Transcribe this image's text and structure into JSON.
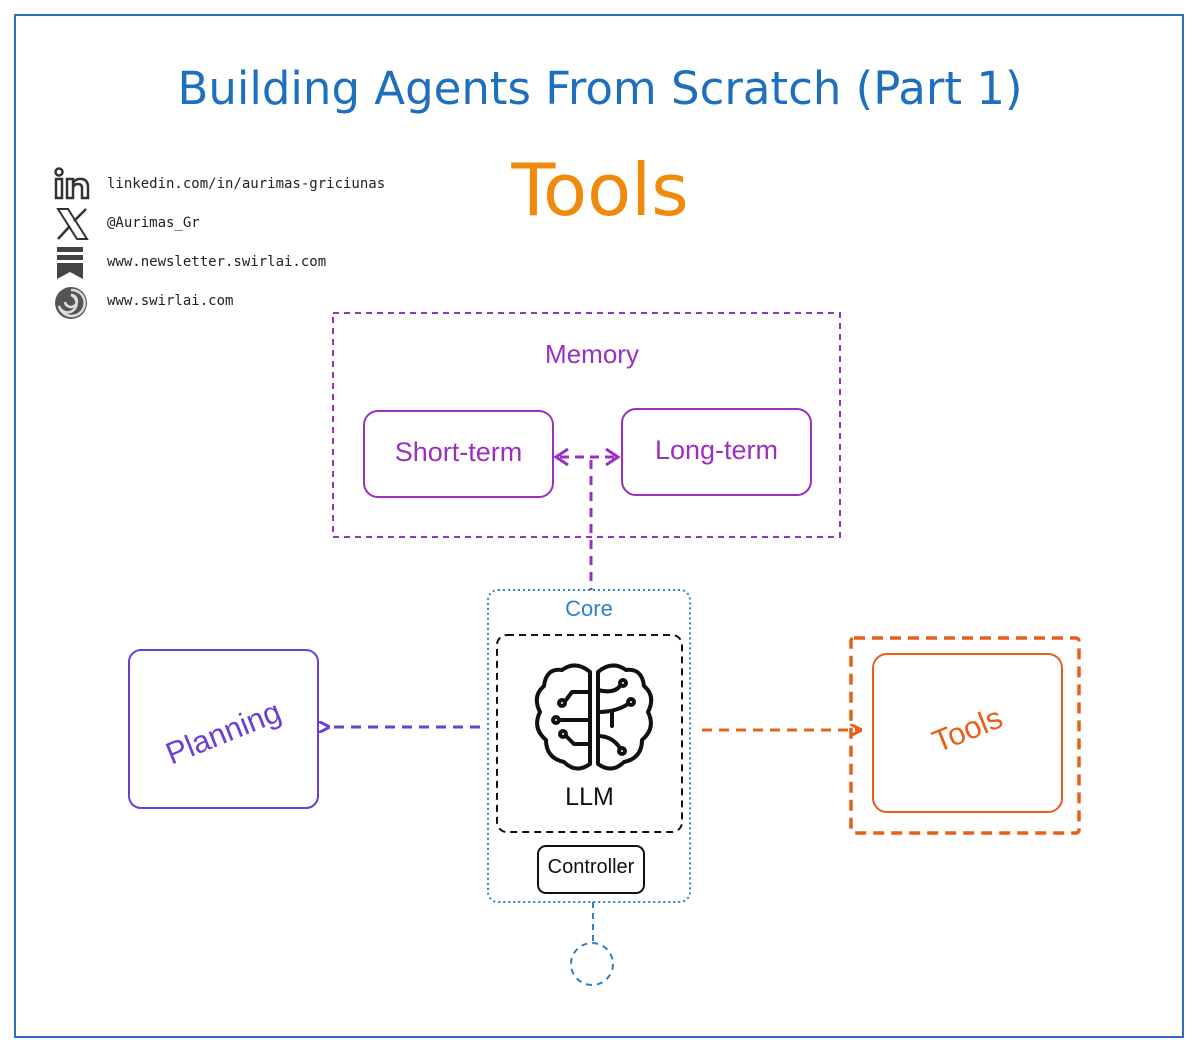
{
  "title": "Building Agents From Scratch (Part 1)",
  "subtitle": "Tools",
  "social": {
    "linkedin": "linkedin.com/in/aurimas-griciunas",
    "x": "@Aurimas_Gr",
    "newsletter": "www.newsletter.swirlai.com",
    "website": "www.swirlai.com"
  },
  "diagram": {
    "memory": {
      "label": "Memory",
      "short_term": "Short-term",
      "long_term": "Long-term"
    },
    "core": {
      "label": "Core",
      "llm": "LLM",
      "controller": "Controller"
    },
    "planning": "Planning",
    "tools": "Tools"
  },
  "colors": {
    "title": "#1e6fbd",
    "subtitle": "#f08a0c",
    "memory": "#9b2fc0",
    "planning": "#6a3fd6",
    "tools": "#e6601a",
    "core": "#2b82cf",
    "border": "#2f6fbf"
  }
}
